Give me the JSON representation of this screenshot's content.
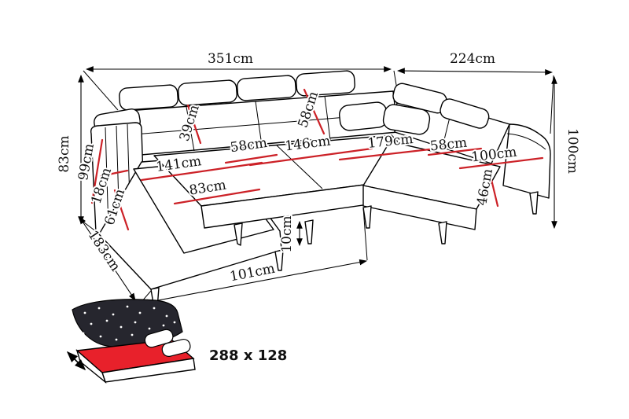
{
  "diagram": {
    "outer_dimensions": {
      "top_width": "351cm",
      "top_right_width": "224cm",
      "left_height": "83cm",
      "right_height": "100cm",
      "left_depth": "183cm",
      "front_width": "101cm"
    },
    "part_dimensions": {
      "armrest_depth": "99cm",
      "armrest_width": "18cm",
      "chaise_inner_width": "61cm",
      "back_cushion_height_left": "39cm",
      "seat_depth_left": "58cm",
      "back_cushion_height_right": "58cm",
      "chaise_length": "141cm",
      "chaise_seat_width": "83cm",
      "middle_seat_width": "146cm",
      "right_section_length": "179cm",
      "right_seat_depth": "58cm",
      "right_chaise_width": "100cm",
      "seat_height": "46cm",
      "leg_height": "10cm"
    },
    "sleeping_area": {
      "label": "288 x 128"
    },
    "colors": {
      "outline": "#000000",
      "measure_line": "#cc2127",
      "bed_highlight": "#e8212b",
      "blanket": "#26262e"
    }
  }
}
